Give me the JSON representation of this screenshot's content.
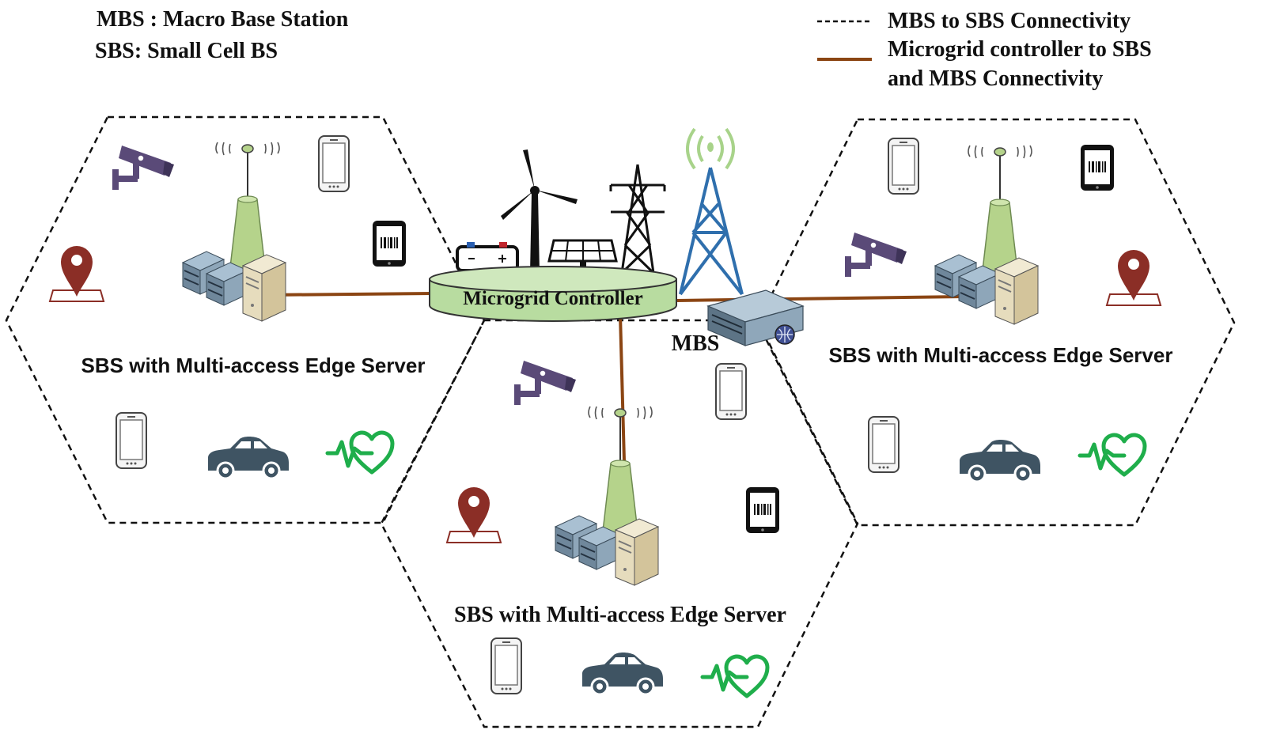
{
  "legend": {
    "mbs_def": "MBS : Macro Base Station",
    "sbs_def": "SBS: Small Cell BS",
    "dashed_label": "MBS to SBS Connectivity",
    "solid_label_line1": "Microgrid controller to SBS",
    "solid_label_line2": "and MBS Connectivity"
  },
  "microgrid": {
    "label": "Microgrid Controller"
  },
  "mbs": {
    "label": "MBS"
  },
  "cells": {
    "left": {
      "label": "SBS with Multi-access Edge Server"
    },
    "right": {
      "label": "SBS with Multi-access Edge Server"
    },
    "bottom": {
      "label": "SBS with Multi-access Edge Server"
    }
  },
  "colors": {
    "connection_line": "#8B4513",
    "tower_green": "#b5d38b",
    "mbs_tower_blue": "#2f6fad",
    "camera_purple": "#5a4a78",
    "pin_red": "#8b2e26",
    "car_slate": "#3f5463",
    "heart_green": "#1fae4b",
    "controller_fill": "#b8dca0"
  },
  "icons": [
    "wind-turbine-icon",
    "solar-panel-icon",
    "battery-icon",
    "transmission-tower-icon",
    "camera-icon",
    "phone-icon",
    "tablet-icon",
    "location-pin-icon",
    "car-icon",
    "heart-pulse-icon",
    "server-icon",
    "antenna-icon"
  ]
}
